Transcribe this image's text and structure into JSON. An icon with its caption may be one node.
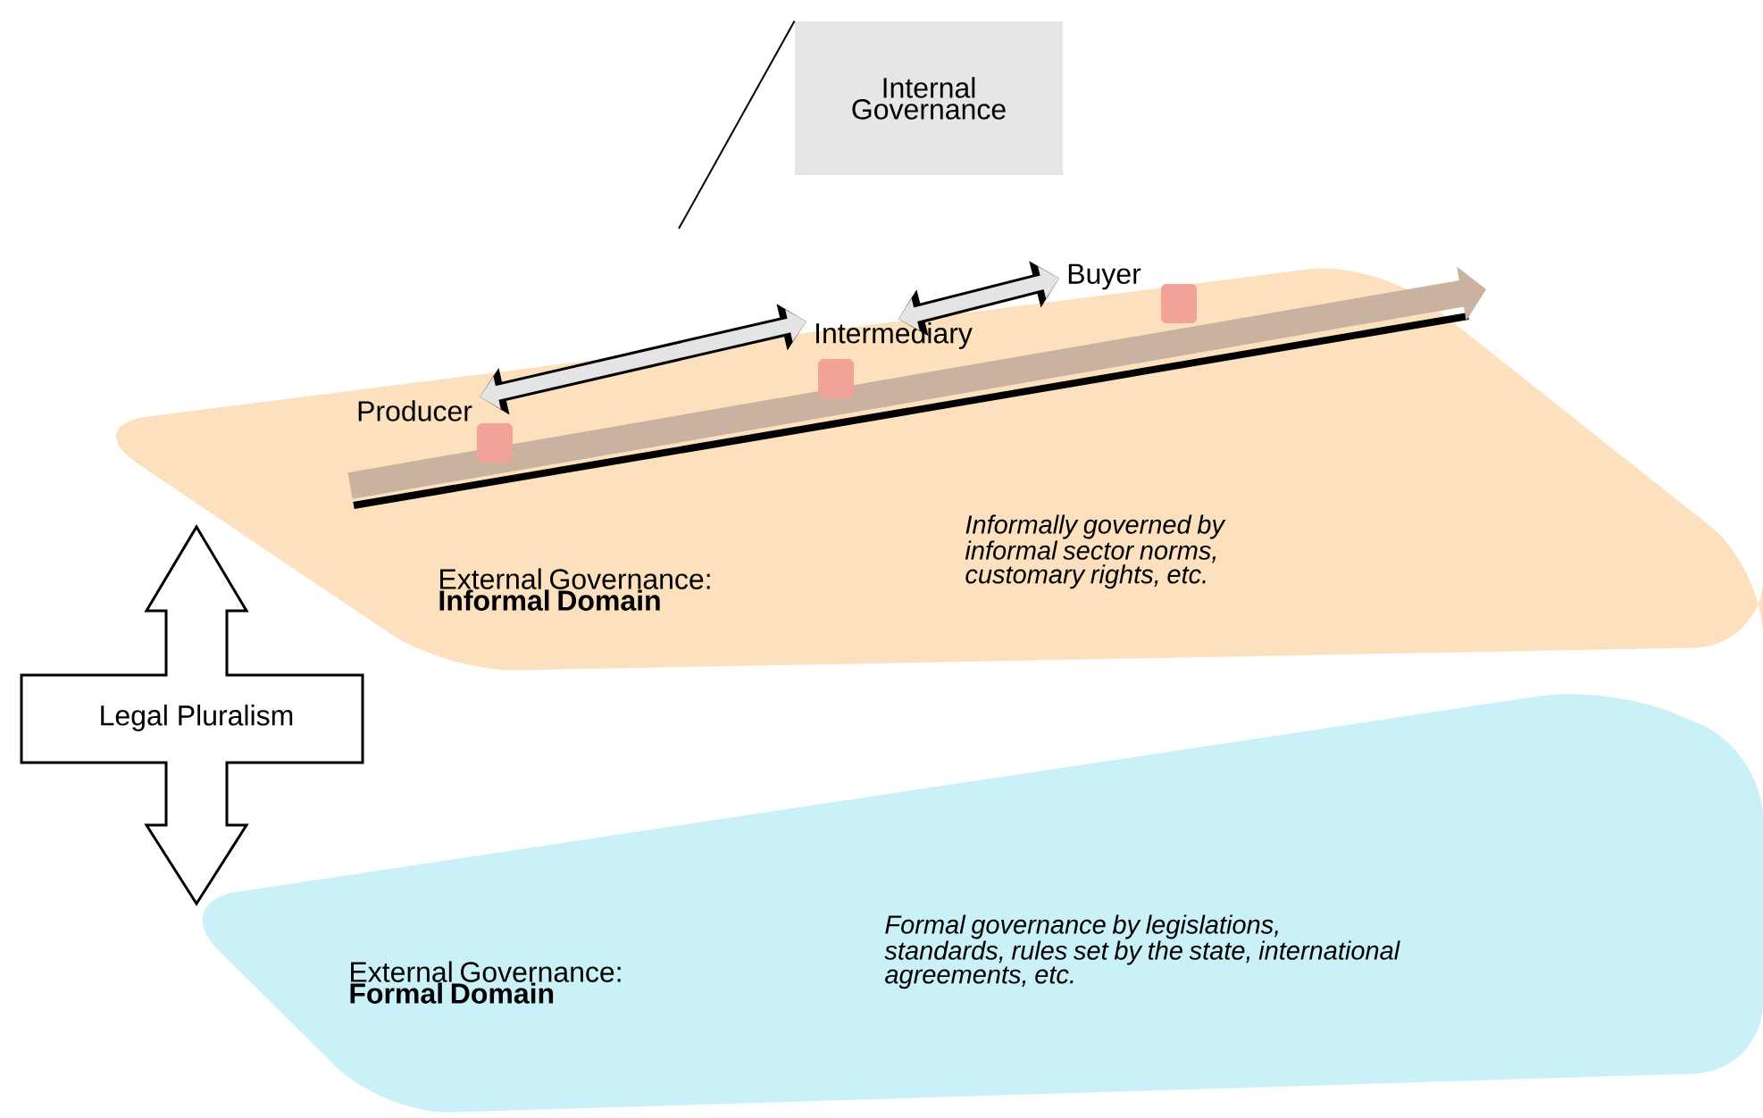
{
  "diagram": {
    "nodes": [
      {
        "text": [
          "External Governance: **Informal Domain**",
          "Informally governed by informal sector norms, customary rights, etc."
        ]
      },
      {
        "text": [
          "External Governance: **Formal Domain**",
          "Formal governance by legislations, standards, rules set by the state, international agreements, etc."
        ]
      },
      {
        "text": [
          "Internal Governance"
        ]
      },
      {
        "text": [
          "Producer"
        ],
        "in": 0
      },
      {
        "text": [
          "Intermediary"
        ],
        "in": 0
      },
      {
        "text": [
          "Buyer"
        ],
        "in": 0
      },
      {
        "text": [
          "Legal Pluralism"
        ]
      }
    ],
    "edges": [
      {
        "from": 3,
        "to": 4,
        "arrow": "both"
      },
      {
        "from": 4,
        "to": 5,
        "arrow": "both"
      },
      {
        "from": 2,
        "to": null,
        "arrow": "none",
        "color": "#000000"
      }
    ]
  }
}
